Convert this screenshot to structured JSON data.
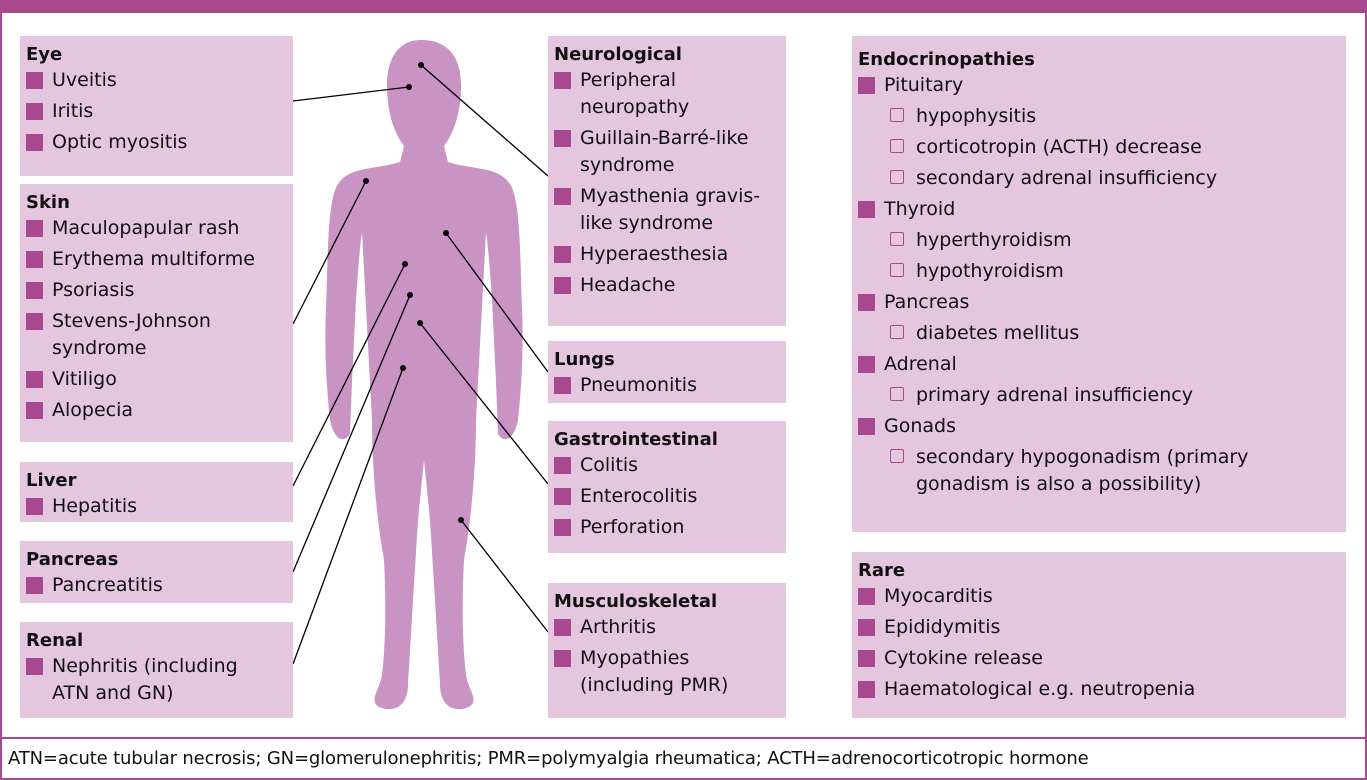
{
  "boxes": {
    "eye": {
      "title": "Eye",
      "items": [
        "Uveitis",
        "Iritis",
        "Optic myositis"
      ]
    },
    "skin": {
      "title": "Skin",
      "items": [
        "Maculopapular rash",
        "Erythema multiforme",
        "Psoriasis",
        "Stevens-Johnson syndrome",
        "Vitiligo",
        "Alopecia"
      ]
    },
    "liver": {
      "title": "Liver",
      "items": [
        "Hepatitis"
      ]
    },
    "pancreas": {
      "title": "Pancreas",
      "items": [
        "Pancreatitis"
      ]
    },
    "renal": {
      "title": "Renal",
      "items": [
        "Nephritis (including ATN and GN)"
      ]
    },
    "neurological": {
      "title": "Neurological",
      "items": [
        "Peripheral neuropathy",
        "Guillain-Barré-like syndrome",
        "Myasthenia gravis-like syndrome",
        "Hyperaesthesia",
        "Headache"
      ]
    },
    "lungs": {
      "title": "Lungs",
      "items": [
        "Pneumonitis"
      ]
    },
    "gastrointestinal": {
      "title": "Gastrointestinal",
      "items": [
        "Colitis",
        "Enterocolitis",
        "Perforation"
      ]
    },
    "musculoskeletal": {
      "title": "Musculoskeletal",
      "items": [
        "Arthritis",
        "Myopathies (including PMR)"
      ]
    },
    "endocrinopathies": {
      "title": "Endocrinopathies",
      "items": [
        {
          "label": "Pituitary",
          "sub": [
            "hypophysitis",
            "corticotropin (ACTH) decrease",
            "secondary adrenal insufficiency"
          ]
        },
        {
          "label": "Thyroid",
          "sub": [
            "hyperthyroidism",
            "hypothyroidism"
          ]
        },
        {
          "label": "Pancreas",
          "sub": [
            "diabetes mellitus"
          ]
        },
        {
          "label": "Adrenal",
          "sub": [
            "primary adrenal insufficiency"
          ]
        },
        {
          "label": "Gonads",
          "sub": [
            "secondary hypogonadism (primary gonadism is also a possibility)"
          ]
        }
      ]
    },
    "rare": {
      "title": "Rare",
      "items": [
        "Myocarditis",
        "Epididymitis",
        "Cytokine release",
        "Haematological e.g. neutropenia"
      ]
    }
  },
  "footer": "ATN=acute tubular necrosis; GN=glomerulonephritis; PMR=polymyalgia rheumatica; ACTH=adrenocorticotropic hormone",
  "colors": {
    "accent": "#a8488f",
    "box_bg": "#e4c6df",
    "body": "#c994c4"
  }
}
